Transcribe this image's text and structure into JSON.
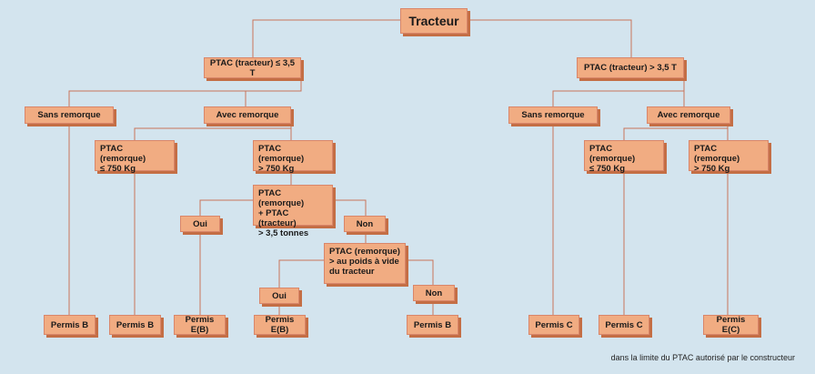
{
  "nodes": {
    "tracteur": "Tracteur",
    "l_le35": "PTAC (tracteur) ≤ 3,5 T",
    "l_sans": "Sans remorque",
    "l_avec": "Avec remorque",
    "l_rem_le750": "PTAC (remorque)\n≤ 750 Kg",
    "l_rem_gt750": "PTAC (remorque)\n> 750 Kg",
    "l_sum": "PTAC (remorque)\n+ PTAC (tracteur)\n> 3,5 tonnes",
    "l_oui1": "Oui",
    "l_non1": "Non",
    "l_vide": "PTAC (remorque)\n> au poids à vide\ndu tracteur",
    "l_oui2": "Oui",
    "l_non2": "Non",
    "l_p1": "Permis B",
    "l_p2": "Permis B",
    "l_p3": "Permis E(B)",
    "l_p4": "Permis E(B)",
    "l_p5": "Permis B",
    "r_gt35": "PTAC (tracteur) > 3,5 T",
    "r_sans": "Sans remorque",
    "r_avec": "Avec remorque",
    "r_rem_le750": "PTAC (remorque)\n≤ 750 Kg",
    "r_rem_gt750": "PTAC (remorque)\n> 750 Kg",
    "r_p1": "Permis C",
    "r_p2": "Permis C",
    "r_p3": "Permis E(C)"
  },
  "footnote": "dans la limite du PTAC autorisé par le constructeur",
  "colors": {
    "box_fill": "#f1ac82",
    "box_shadow": "#c46e45",
    "connector": "#c8735a",
    "background": "#d3e4ee"
  }
}
